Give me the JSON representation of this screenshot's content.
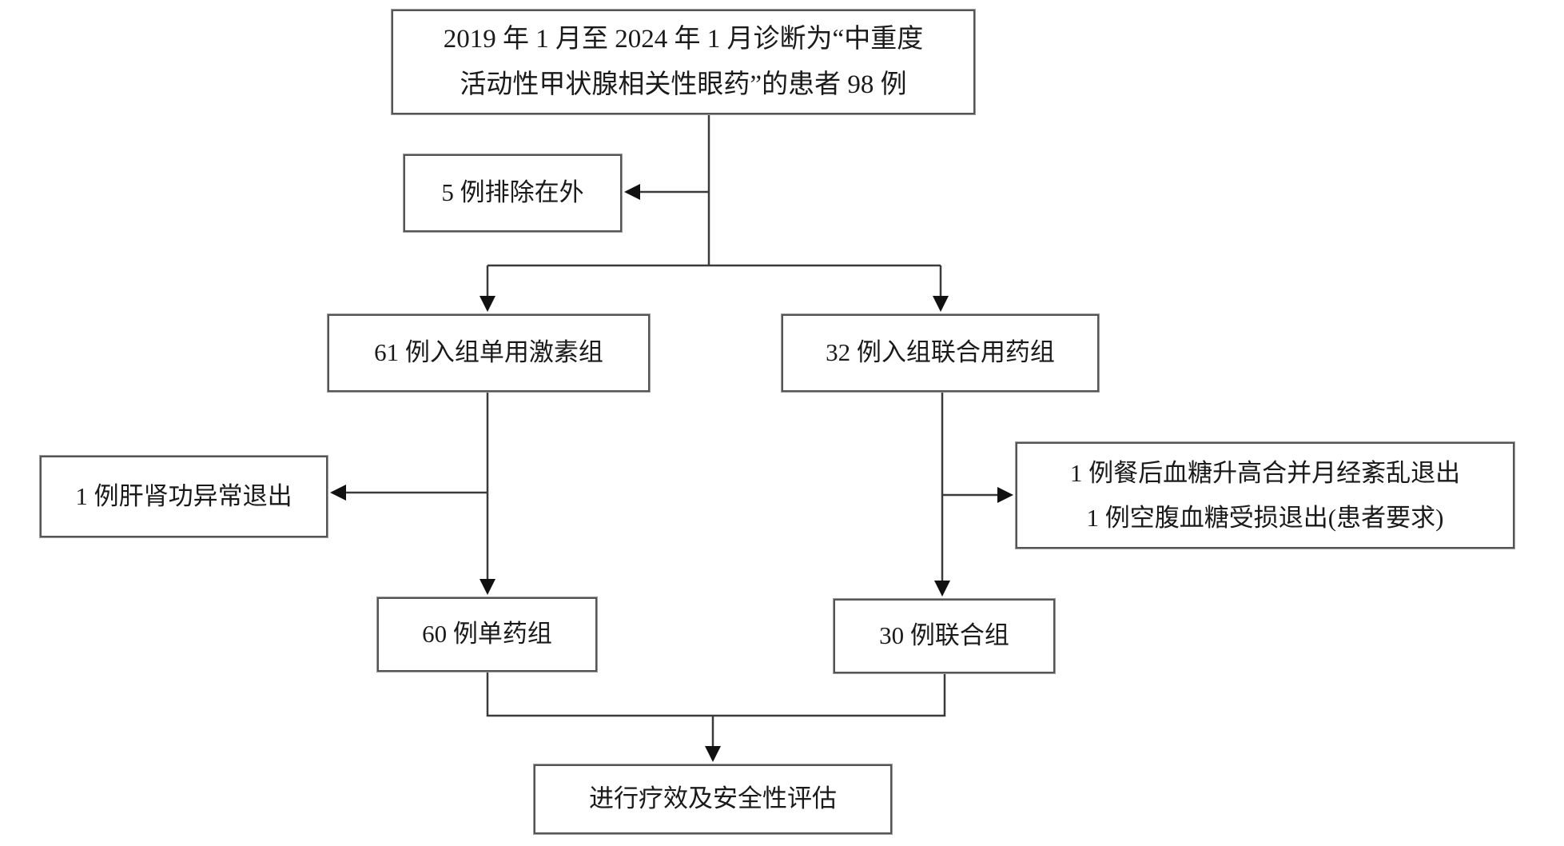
{
  "diagram": {
    "boxes": {
      "enrollment": {
        "line1": "2019 年 1 月至 2024 年 1 月诊断为“中重度",
        "line2": "活动性甲状腺相关性眼药”的患者 98 例"
      },
      "excluded": {
        "label": "5 例排除在外"
      },
      "steroid_group": {
        "label": "61 例入组单用激素组"
      },
      "combination_group": {
        "label": "32 例入组联合用药组"
      },
      "steroid_dropout": {
        "label": "1 例肝肾功异常退出"
      },
      "combination_dropout": {
        "line1": "1 例餐后血糖升高合并月经紊乱退出",
        "line2": "1 例空腹血糖受损退出(患者要求)"
      },
      "mono_final": {
        "label": "60 例单药组"
      },
      "combo_final": {
        "label": "30 例联合组"
      },
      "assessment": {
        "label": "进行疗效及安全性评估"
      }
    },
    "colors": {
      "line": "#3a3a3a",
      "arrowhead": "#111111",
      "box_border": "#555555",
      "text": "#1a1a1a",
      "background": "#ffffff"
    }
  }
}
